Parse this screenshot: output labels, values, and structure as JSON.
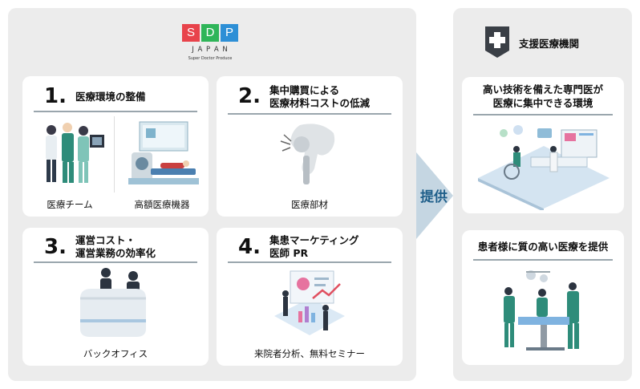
{
  "logo": {
    "letters": [
      "S",
      "D",
      "P"
    ],
    "colors": [
      "#e8434b",
      "#2fb559",
      "#2d8fd6"
    ],
    "name": "J A P A N",
    "tagline": "Super Doctor Produce"
  },
  "cards": [
    {
      "number": "1.",
      "title_lines": [
        "医療環境の整備"
      ],
      "captions": [
        "医療チーム",
        "高額医療機器"
      ]
    },
    {
      "number": "2.",
      "title_lines": [
        "集中購買による",
        "医療材料コストの低減"
      ],
      "captions": [
        "医療部材"
      ]
    },
    {
      "number": "3.",
      "title_lines": [
        "運営コスト・",
        "運営業務の効率化"
      ],
      "captions": [
        "バックオフィス"
      ]
    },
    {
      "number": "4.",
      "title_lines": [
        "集患マーケティング",
        "医師 PR"
      ],
      "captions": [
        "来院者分析、無料セミナー"
      ]
    }
  ],
  "arrow": {
    "label": "提供",
    "color": "#c5d6e2"
  },
  "right": {
    "title": "支援医療機関",
    "icon": "medical-cross-shield-icon",
    "benefit1_lines": [
      "高い技術を備えた専門医が",
      "医療に集中できる環境"
    ],
    "benefit2": "患者様に質の高い医療を提供"
  }
}
